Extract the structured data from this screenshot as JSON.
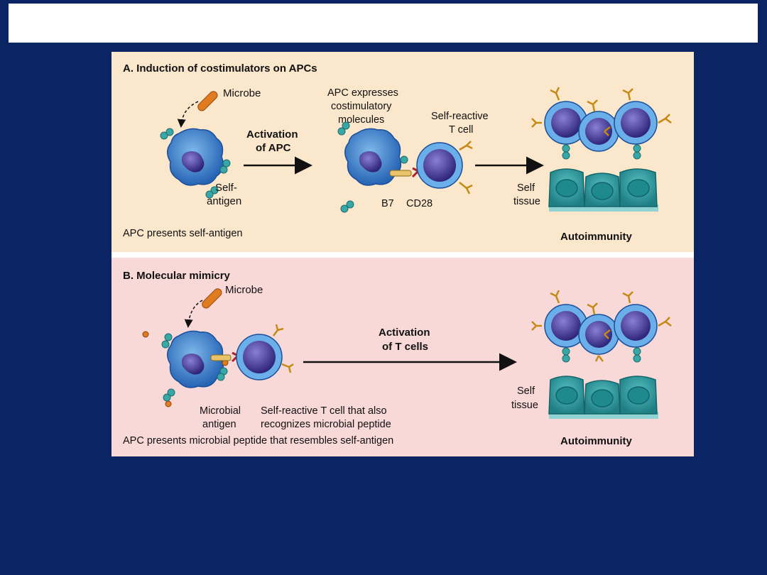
{
  "colors": {
    "slide_background": "#0b2463",
    "panel_a_background": "#fbe7cc",
    "panel_b_background": "#f9d8d8",
    "apc_blue": "#2f7fcf",
    "nucleus_purple": "#4a3f9d",
    "tissue_teal": "#2b9a9a",
    "receptor_orange": "#d08a1a",
    "microbe_orange": "#e07b1f"
  },
  "panel_a": {
    "heading": "A. Induction of costimulators on APCs",
    "microbe_label": "Microbe",
    "self_antigen_label_line1": "Self-",
    "self_antigen_label_line2": "antigen",
    "activation_label_line1": "Activation",
    "activation_label_line2": "of APC",
    "apc_expresses_line1": "APC expresses",
    "apc_expresses_line2": "costimulatory",
    "apc_expresses_line3": "molecules",
    "t_cell_label_line1": "Self-reactive",
    "t_cell_label_line2": "T cell",
    "b7_label": "B7",
    "cd28_label": "CD28",
    "tissue_label_line1": "Self",
    "tissue_label_line2": "tissue",
    "caption": "APC presents self-antigen",
    "outcome": "Autoimmunity"
  },
  "panel_b": {
    "heading": "B. Molecular mimicry",
    "microbe_label": "Microbe",
    "activation_label_line1": "Activation",
    "activation_label_line2": "of T cells",
    "microbial_antigen_line1": "Microbial",
    "microbial_antigen_line2": "antigen",
    "t_cell_label_line1": "Self-reactive T cell that also",
    "t_cell_label_line2": "recognizes microbial peptide",
    "tissue_label_line1": "Self",
    "tissue_label_line2": "tissue",
    "caption": "APC presents microbial peptide that resembles self-antigen",
    "outcome": "Autoimmunity"
  }
}
